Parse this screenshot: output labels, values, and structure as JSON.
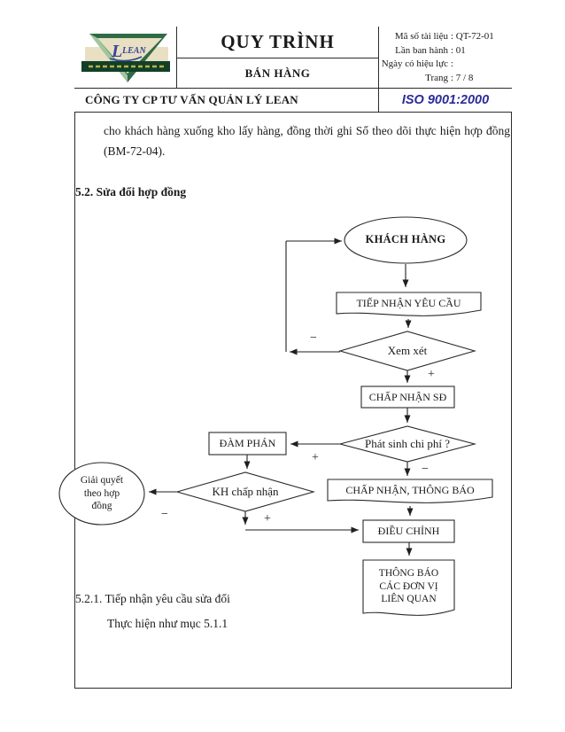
{
  "header": {
    "title": "QUY TRÌNH",
    "subtitle": "BÁN HÀNG",
    "logo_text": "LEAN",
    "meta": [
      {
        "label": "Mã số tài liệu",
        "value": ": QT-72-01"
      },
      {
        "label": "Lần ban hành",
        "value": ": 01"
      },
      {
        "label": "Ngày có hiệu lực",
        "value": ":"
      },
      {
        "label": "Trang",
        "value": ": 7 / 8"
      }
    ],
    "company": "CÔNG TY CP TƯ VẤN QUẢN LÝ LEAN",
    "standard": "ISO 9001:2000"
  },
  "body": {
    "paragraph": "cho khách hàng xuống kho lấy hàng, đồng thời ghi Sổ theo dõi thực hiện hợp đồng (BM-72-04).",
    "section_heading": "5.2. Sửa đổi hợp đồng",
    "sub_section_heading": "5.2.1. Tiếp nhận yêu cầu sửa đổi",
    "sub_section_text": "Thực hiện như mục 5.1.1"
  },
  "flowchart": {
    "nodes": [
      {
        "id": "khach-hang",
        "type": "ellipse",
        "label": "KHÁCH HÀNG"
      },
      {
        "id": "tiep-nhan-yeu-cau",
        "type": "document",
        "label": "TIẾP NHẬN YÊU CẦU"
      },
      {
        "id": "xem-xet",
        "type": "decision",
        "label": "Xem xét"
      },
      {
        "id": "chap-nhan-sd",
        "type": "process",
        "label": "CHẤP NHẬN SĐ"
      },
      {
        "id": "phat-sinh-chi-phi",
        "type": "decision",
        "label": "Phát sinh chi phí ?"
      },
      {
        "id": "dam-phan",
        "type": "process",
        "label": "ĐÀM PHÁN"
      },
      {
        "id": "chap-nhan-thong-bao",
        "type": "document",
        "label": "CHẤP NHẬN, THÔNG BÁO"
      },
      {
        "id": "kh-chap-nhan",
        "type": "decision",
        "label": "KH chấp nhận"
      },
      {
        "id": "giai-quyet-hop-dong",
        "type": "ellipse",
        "label": "Giải quyết theo hợp đồng"
      },
      {
        "id": "dieu-chinh",
        "type": "process",
        "label": "ĐIỀU CHỈNH"
      },
      {
        "id": "thong-bao-cac-don-vi",
        "type": "document",
        "label": "THÔNG BÁO CÁC ĐƠN VỊ LIÊN QUAN"
      }
    ],
    "edge_labels": {
      "plus": "+",
      "minus": "−"
    }
  },
  "colors": {
    "standard_text": "#2b2b9b",
    "line": "#1f1f1f",
    "logo_dark_green": "#1d5c3a",
    "logo_light_green": "#9fc79e",
    "logo_beige": "#e9dfc2",
    "logo_blue": "#35469b",
    "logo_banner_text": "#d8c84a"
  }
}
